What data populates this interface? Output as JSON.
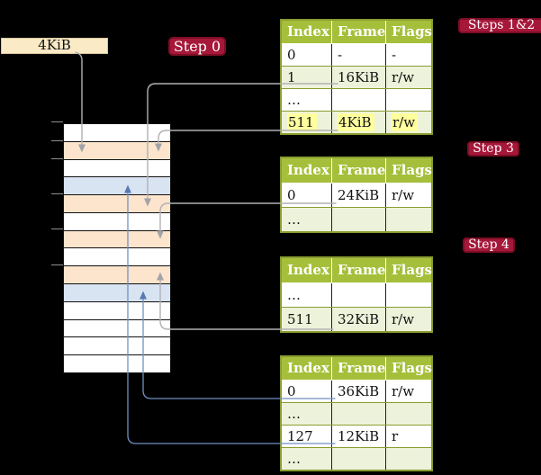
{
  "page_size_label": {
    "text": "4KiB"
  },
  "badges": {
    "step0": "Step 0",
    "steps12": "Steps 1&2",
    "step3": "Step 3",
    "step4": "Step 4"
  },
  "memory": {
    "rows": [
      "white",
      "peach",
      "white",
      "blue",
      "peach",
      "white",
      "peach",
      "white",
      "peach",
      "blue",
      "white",
      "white",
      "white",
      "white"
    ]
  },
  "tables": {
    "t1": {
      "headers": [
        "Index",
        "Frame",
        "Flags"
      ],
      "rows": [
        {
          "index": "0",
          "frame": "-",
          "flags": "-"
        },
        {
          "index": "1",
          "frame": "16KiB",
          "flags": "r/w"
        },
        {
          "index": "…",
          "frame": "",
          "flags": ""
        },
        {
          "index": "511",
          "frame": "4KiB",
          "flags": "r/w",
          "highlighted": true
        }
      ]
    },
    "t2": {
      "headers": [
        "Index",
        "Frame",
        "Flags"
      ],
      "rows": [
        {
          "index": "0",
          "frame": "24KiB",
          "flags": "r/w"
        },
        {
          "index": "…",
          "frame": "",
          "flags": ""
        }
      ]
    },
    "t3": {
      "headers": [
        "Index",
        "Frame",
        "Flags"
      ],
      "rows": [
        {
          "index": "…",
          "frame": "",
          "flags": ""
        },
        {
          "index": "511",
          "frame": "32KiB",
          "flags": "r/w"
        }
      ]
    },
    "t4": {
      "headers": [
        "Index",
        "Frame",
        "Flags"
      ],
      "rows": [
        {
          "index": "0",
          "frame": "36KiB",
          "flags": "r/w"
        },
        {
          "index": "…",
          "frame": "",
          "flags": ""
        },
        {
          "index": "127",
          "frame": "12KiB",
          "flags": "r"
        },
        {
          "index": "…",
          "frame": "",
          "flags": ""
        }
      ]
    }
  },
  "connections": [
    {
      "from": "4KiB-box",
      "to": "memory-frame-4KiB",
      "color": "gray"
    },
    {
      "from": "table1-row-1",
      "to": "memory-frame-16KiB",
      "color": "gray"
    },
    {
      "from": "table1-row-511",
      "to": "memory-frame-4KiB",
      "color": "gray"
    },
    {
      "from": "table2-row-0",
      "to": "memory-frame-24KiB",
      "color": "gray"
    },
    {
      "from": "table3-row-511",
      "to": "memory-frame-32KiB",
      "color": "gray"
    },
    {
      "from": "table4-row-0",
      "to": "memory-frame-36KiB",
      "color": "blue"
    },
    {
      "from": "table4-row-127",
      "to": "memory-frame-12KiB",
      "color": "blue"
    }
  ],
  "colors": {
    "background": "#000000",
    "badge_red": "#a6183a",
    "badge_border": "#7c0d24",
    "header_green": "#a6bf3b",
    "table_border_olive": "#8a9c30",
    "row_shade_green": "#edf3da",
    "highlight_yellow": "#ffff9d",
    "memory_peach": "#fce5cc",
    "memory_blue": "#d9e4f2",
    "page_size_cream": "#faeac6",
    "arrow_gray": "#b1b1b5",
    "arrow_blue": "#6c8cbf"
  }
}
